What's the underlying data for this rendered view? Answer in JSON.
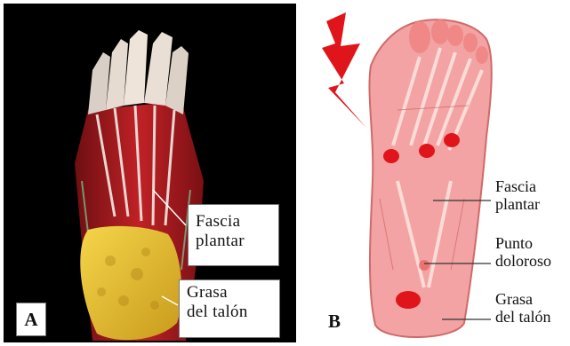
{
  "panel_a": {
    "letter": "A",
    "fascia_line1": "Fascia",
    "fascia_line2": "plantar",
    "grasa_line1": "Grasa",
    "grasa_line2": "del talón"
  },
  "panel_b": {
    "letter": "B",
    "fascia_line1": "Fascia",
    "fascia_line2": "plantar",
    "punto_line1": "Punto",
    "punto_line2": "doloroso",
    "grasa_line1": "Grasa",
    "grasa_line2": "del talón"
  },
  "colors": {
    "background_a": "#000000",
    "muscle_red": "#b81d22",
    "fat_yellow": "#e8c234",
    "foot_pink": "#f0a0a0",
    "pain_red": "#e0151b"
  }
}
